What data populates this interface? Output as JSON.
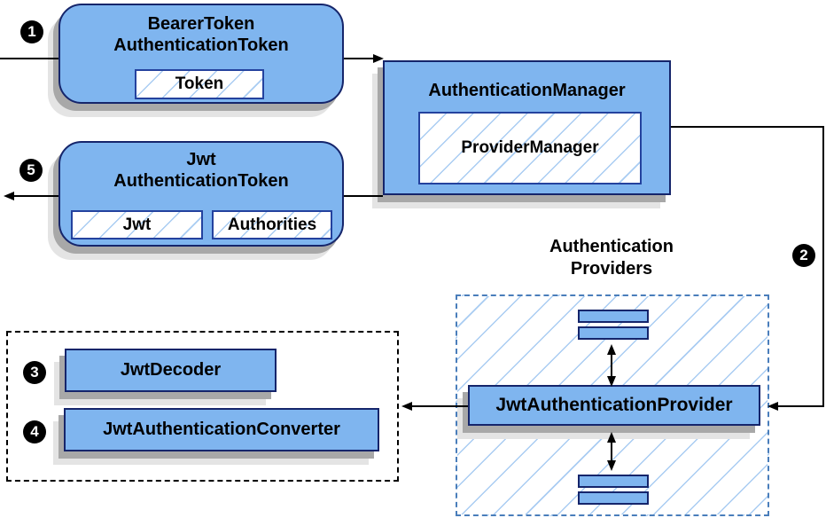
{
  "colors": {
    "background": "#ffffff",
    "node_fill": "#7fb5ef",
    "node_border": "#15256b",
    "field_border": "#24429e",
    "hatch_line": "#a9ccf2",
    "providers_border": "#4a7ebb",
    "black_dashed_border": "#000000",
    "line": "#000000",
    "shadow_dark": "#a8a8a8",
    "shadow_light": "#e4e4e4",
    "badge_bg": "#000000",
    "badge_text": "#ffffff",
    "text": "#000000"
  },
  "badges": {
    "step1": "1",
    "step2": "2",
    "step3": "3",
    "step4": "4",
    "step5": "5"
  },
  "nodes": {
    "bearer_token": {
      "title1": "BearerToken",
      "title2": "AuthenticationToken",
      "field": "Token"
    },
    "authentication_manager": {
      "title": "AuthenticationManager",
      "field": "ProviderManager"
    },
    "jwt_authentication_token": {
      "title1": "Jwt",
      "title2": "AuthenticationToken",
      "field_jwt": "Jwt",
      "field_authorities": "Authorities"
    },
    "providers_group": {
      "title1": "Authentication",
      "title2": "Providers",
      "provider": "JwtAuthenticationProvider"
    },
    "converter_group": {
      "decoder": "JwtDecoder",
      "converter": "JwtAuthenticationConverter"
    }
  }
}
